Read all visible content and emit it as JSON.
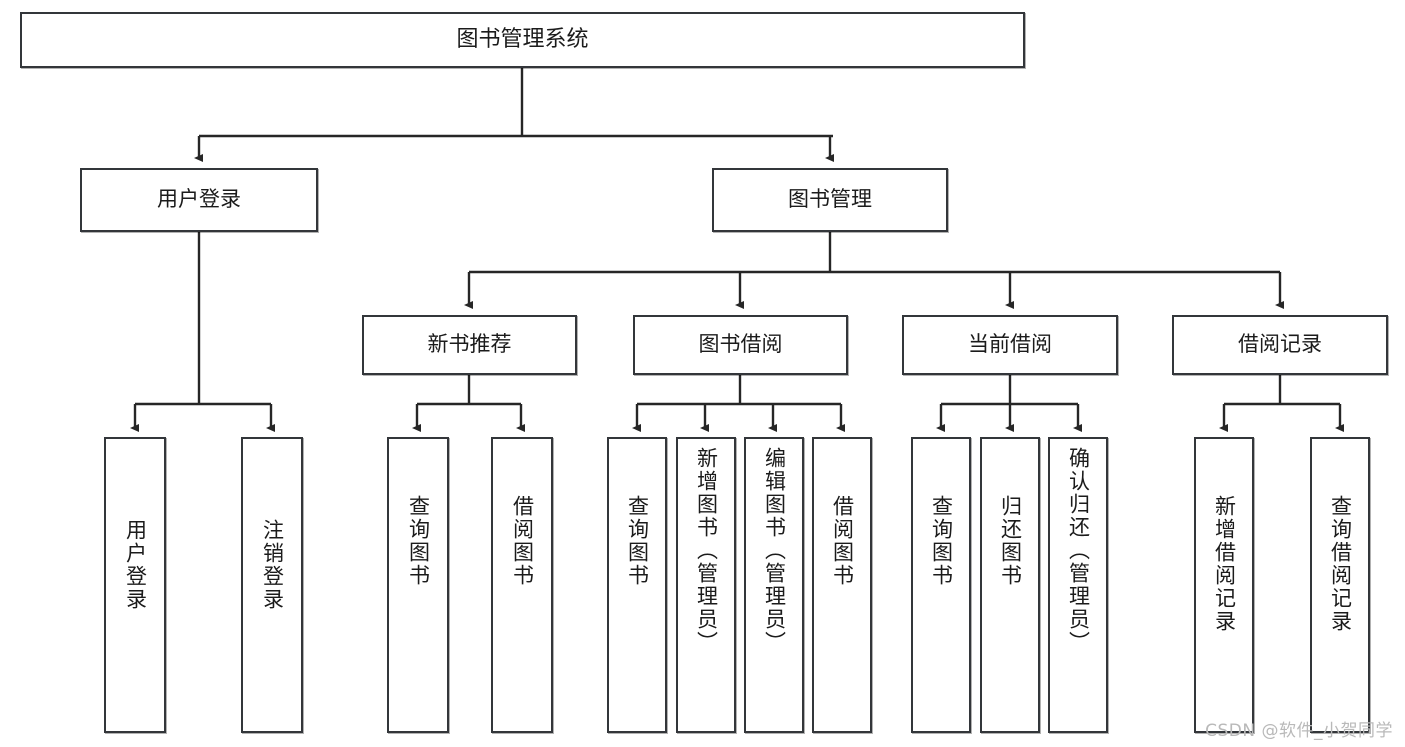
{
  "diagram": {
    "type": "tree-hierarchy",
    "title": "图书管理系统",
    "orientation": "top-down",
    "colors": {
      "border": "#33363a",
      "fill": "#ffffff",
      "text": "#1b1b1b",
      "edge": "#262626",
      "watermark": "#b9b9b9"
    },
    "root": {
      "id": "root",
      "label": "图书管理系统"
    },
    "level2": [
      {
        "id": "user-login",
        "label": "用户登录"
      },
      {
        "id": "book-manage",
        "label": "图书管理"
      }
    ],
    "level3": [
      {
        "id": "new-book-recommend",
        "label": "新书推荐",
        "parent": "book-manage"
      },
      {
        "id": "book-borrow",
        "label": "图书借阅",
        "parent": "book-manage"
      },
      {
        "id": "current-borrow",
        "label": "当前借阅",
        "parent": "book-manage"
      },
      {
        "id": "borrow-record",
        "label": "借阅记录",
        "parent": "book-manage"
      }
    ],
    "leaves": [
      {
        "id": "leaf-user-login",
        "label": "用户登录",
        "parent": "user-login"
      },
      {
        "id": "leaf-user-logout",
        "label": "注销登录",
        "parent": "user-login"
      },
      {
        "id": "leaf-query-book-1",
        "label": "查询图书",
        "parent": "new-book-recommend"
      },
      {
        "id": "leaf-borrow-book-1",
        "label": "借阅图书",
        "parent": "new-book-recommend"
      },
      {
        "id": "leaf-query-book-2",
        "label": "查询图书",
        "parent": "book-borrow"
      },
      {
        "id": "leaf-add-book",
        "label": "新增图书（管理员）",
        "parent": "book-borrow"
      },
      {
        "id": "leaf-edit-book",
        "label": "编辑图书（管理员）",
        "parent": "book-borrow"
      },
      {
        "id": "leaf-borrow-book-2",
        "label": "借阅图书",
        "parent": "book-borrow"
      },
      {
        "id": "leaf-query-book-3",
        "label": "查询图书",
        "parent": "current-borrow"
      },
      {
        "id": "leaf-return-book",
        "label": "归还图书",
        "parent": "current-borrow"
      },
      {
        "id": "leaf-confirm-return",
        "label": "确认归还（管理员）",
        "parent": "current-borrow"
      },
      {
        "id": "leaf-add-record",
        "label": "新增借阅记录",
        "parent": "borrow-record"
      },
      {
        "id": "leaf-query-record",
        "label": "查询借阅记录",
        "parent": "borrow-record"
      }
    ]
  },
  "watermark": {
    "text": "CSDN @软件_小贺同学"
  }
}
